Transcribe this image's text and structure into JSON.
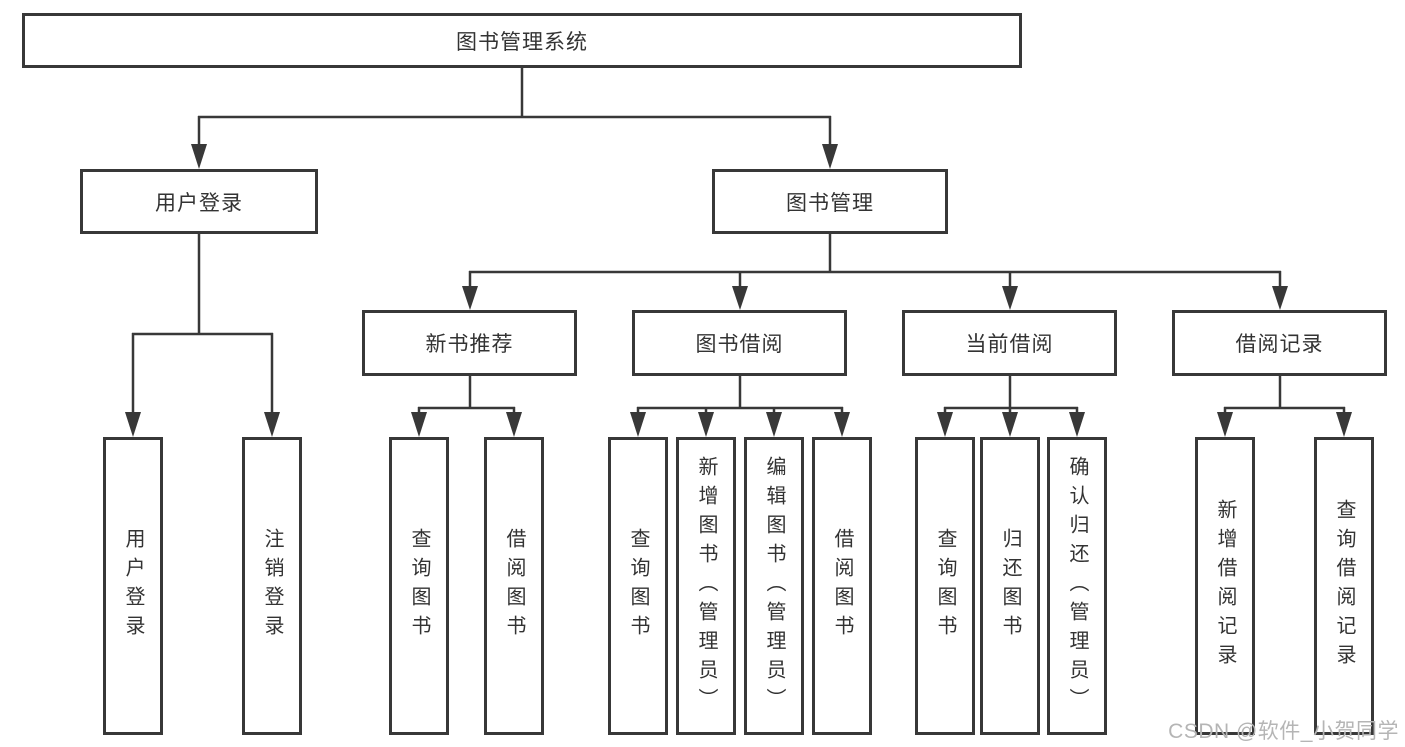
{
  "diagram": {
    "root": {
      "label": "图书管理系统"
    },
    "level2": {
      "user_login": {
        "label": "用户登录"
      },
      "book_management": {
        "label": "图书管理"
      }
    },
    "level3": {
      "new_book_recommend": {
        "label": "新书推荐"
      },
      "book_borrow": {
        "label": "图书借阅"
      },
      "current_borrow": {
        "label": "当前借阅"
      },
      "borrow_records": {
        "label": "借阅记录"
      }
    },
    "leaves": {
      "user_login": [
        "用户登录",
        "注销登录"
      ],
      "new_book_recommend": [
        "查询图书",
        "借阅图书"
      ],
      "book_borrow": [
        "查询图书",
        "新增图书（管理员）",
        "编辑图书（管理员）",
        "借阅图书"
      ],
      "current_borrow": [
        "查询图书",
        "归还图书",
        "确认归还（管理员）"
      ],
      "borrow_records": [
        "新增借阅记录",
        "查询借阅记录"
      ]
    }
  },
  "watermark": "CSDN @软件_小贺同学",
  "colors": {
    "line": "#383838",
    "text": "#333333",
    "background": "#ffffff",
    "watermark": "#b5b5b5"
  }
}
